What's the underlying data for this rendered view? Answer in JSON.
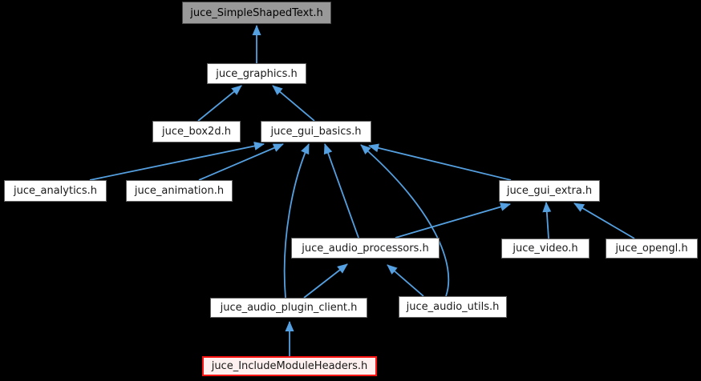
{
  "diagram": {
    "type": "include-dependency-graph",
    "nodes": [
      {
        "id": "juce_SimpleShapedText",
        "label": "juce_SimpleShapedText.h",
        "role": "root"
      },
      {
        "id": "juce_graphics",
        "label": "juce_graphics.h",
        "role": "normal"
      },
      {
        "id": "juce_box2d",
        "label": "juce_box2d.h",
        "role": "normal"
      },
      {
        "id": "juce_gui_basics",
        "label": "juce_gui_basics.h",
        "role": "normal"
      },
      {
        "id": "juce_analytics",
        "label": "juce_analytics.h",
        "role": "normal"
      },
      {
        "id": "juce_animation",
        "label": "juce_animation.h",
        "role": "normal"
      },
      {
        "id": "juce_gui_extra",
        "label": "juce_gui_extra.h",
        "role": "normal"
      },
      {
        "id": "juce_audio_processors",
        "label": "juce_audio_processors.h",
        "role": "normal"
      },
      {
        "id": "juce_video",
        "label": "juce_video.h",
        "role": "normal"
      },
      {
        "id": "juce_opengl",
        "label": "juce_opengl.h",
        "role": "normal"
      },
      {
        "id": "juce_audio_plugin_client",
        "label": "juce_audio_plugin_client.h",
        "role": "normal"
      },
      {
        "id": "juce_audio_utils",
        "label": "juce_audio_utils.h",
        "role": "normal"
      },
      {
        "id": "juce_IncludeModuleHeaders",
        "label": "juce_IncludeModuleHeaders.h",
        "role": "highlight"
      }
    ],
    "edges": [
      {
        "from": "juce_graphics",
        "to": "juce_SimpleShapedText"
      },
      {
        "from": "juce_box2d",
        "to": "juce_graphics"
      },
      {
        "from": "juce_gui_basics",
        "to": "juce_graphics"
      },
      {
        "from": "juce_analytics",
        "to": "juce_gui_basics"
      },
      {
        "from": "juce_animation",
        "to": "juce_gui_basics"
      },
      {
        "from": "juce_audio_plugin_client",
        "to": "juce_gui_basics"
      },
      {
        "from": "juce_audio_processors",
        "to": "juce_gui_basics"
      },
      {
        "from": "juce_audio_utils",
        "to": "juce_gui_basics"
      },
      {
        "from": "juce_gui_extra",
        "to": "juce_gui_basics"
      },
      {
        "from": "juce_audio_processors",
        "to": "juce_gui_extra"
      },
      {
        "from": "juce_video",
        "to": "juce_gui_extra"
      },
      {
        "from": "juce_opengl",
        "to": "juce_gui_extra"
      },
      {
        "from": "juce_audio_plugin_client",
        "to": "juce_audio_processors"
      },
      {
        "from": "juce_audio_utils",
        "to": "juce_audio_processors"
      },
      {
        "from": "juce_IncludeModuleHeaders",
        "to": "juce_audio_plugin_client"
      }
    ]
  },
  "colors": {
    "bg": "#000000",
    "edge": "#55a0e0",
    "node_fill": "#ffffff",
    "node_border": "#636363",
    "node_text": "#1a1a1a",
    "root_fill": "#999999",
    "root_border": "#474747",
    "highlight_fill": "#fdf0ee",
    "highlight_border": "#ff1414"
  }
}
